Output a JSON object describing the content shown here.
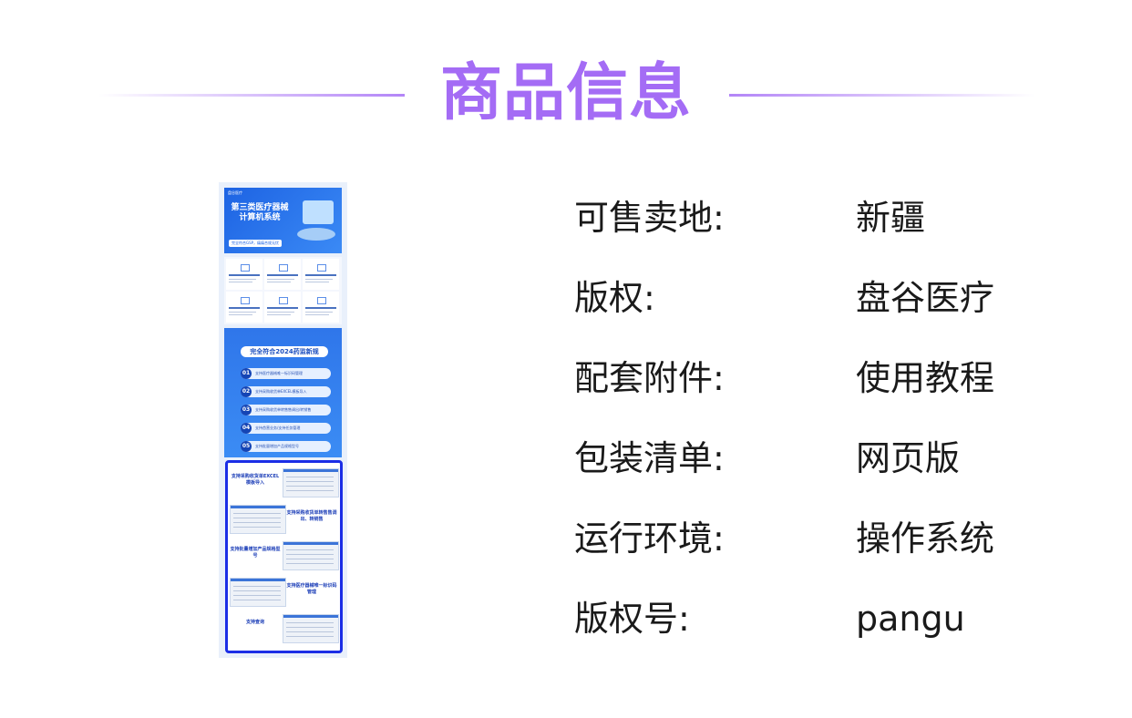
{
  "header": {
    "title": "商品信息"
  },
  "thumbnail": {
    "logo": "盘谷医疗",
    "banner_title": "第三类医疗器械计算机系统",
    "banner_subtitle": "完全符合GSP，痛痛合规无忧",
    "compliance_title": "完全符合2024药监新规",
    "compliance_items": [
      {
        "num": "01",
        "label": "支持医疗器械唯一标识码管理"
      },
      {
        "num": "02",
        "label": "支持采购收货单EXCEL模板导入"
      },
      {
        "num": "03",
        "label": "支持采购收货单转售售调出/转销售"
      },
      {
        "num": "04",
        "label": "支持首营业务/支持任务管理"
      },
      {
        "num": "05",
        "label": "支持批量增加产品规格型号"
      }
    ],
    "features": [
      {
        "label": "支持采购收货单EXCEL模板导入"
      },
      {
        "label": "支持采购收货单转售售调出、转销售"
      },
      {
        "label": "支持批量增加产品规格型号"
      },
      {
        "label": "支持医疗器械唯一标识码管理"
      },
      {
        "label": "支持查询"
      }
    ]
  },
  "info": [
    {
      "key": "可售卖地:",
      "value": "新疆"
    },
    {
      "key": "版权:",
      "value": "盘谷医疗"
    },
    {
      "key": "配套附件:",
      "value": "使用教程"
    },
    {
      "key": "包装清单:",
      "value": "网页版"
    },
    {
      "key": "运行环境:",
      "value": "操作系统"
    },
    {
      "key": "版权号:",
      "value": "pangu"
    }
  ]
}
